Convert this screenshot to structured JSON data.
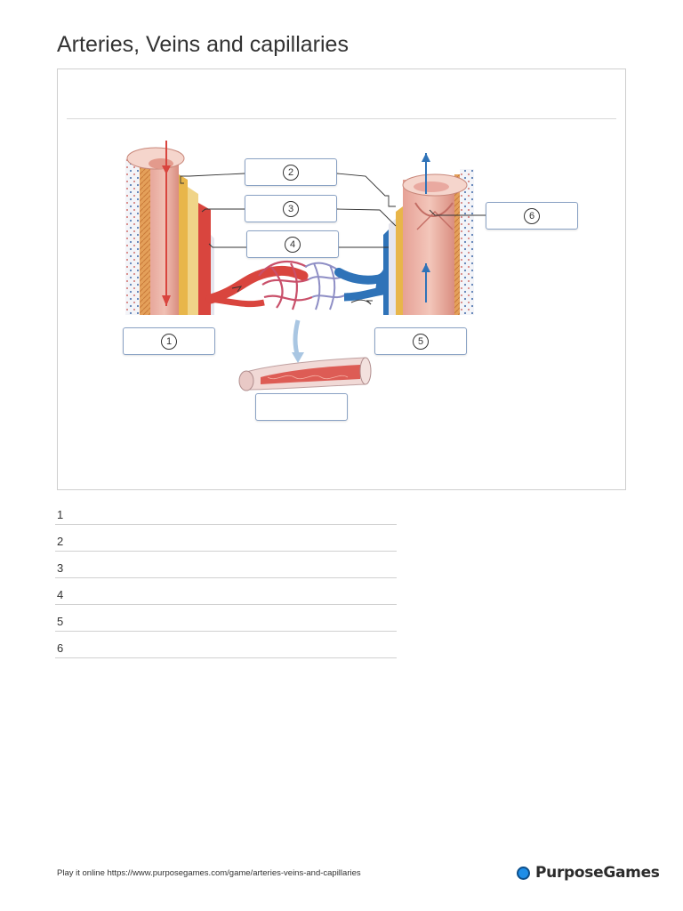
{
  "page": {
    "title": "Arteries, Veins and capillaries"
  },
  "diagram": {
    "labels": [
      "1",
      "2",
      "3",
      "4",
      "5",
      "6"
    ],
    "capillary_label": ""
  },
  "answers": [
    {
      "num": "1",
      "text": ""
    },
    {
      "num": "2",
      "text": ""
    },
    {
      "num": "3",
      "text": ""
    },
    {
      "num": "4",
      "text": ""
    },
    {
      "num": "5",
      "text": ""
    },
    {
      "num": "6",
      "text": ""
    }
  ],
  "footer": {
    "play_online": "Play it online https://www.purposegames.com/game/arteries-veins-and-capillaries",
    "brand": "PurposeGames",
    "brand_color": "#1e8ee8"
  },
  "colors": {
    "artery": "#d9453e",
    "vein": "#2f73b8",
    "tissue": "#e9a59c",
    "muscle_yellow": "#e8b64a"
  },
  "icons": [
    "artery-illustration",
    "vein-illustration",
    "capillary-bed-illustration",
    "capillary-cross-section-illustration",
    "purposegames-logo-icon"
  ]
}
